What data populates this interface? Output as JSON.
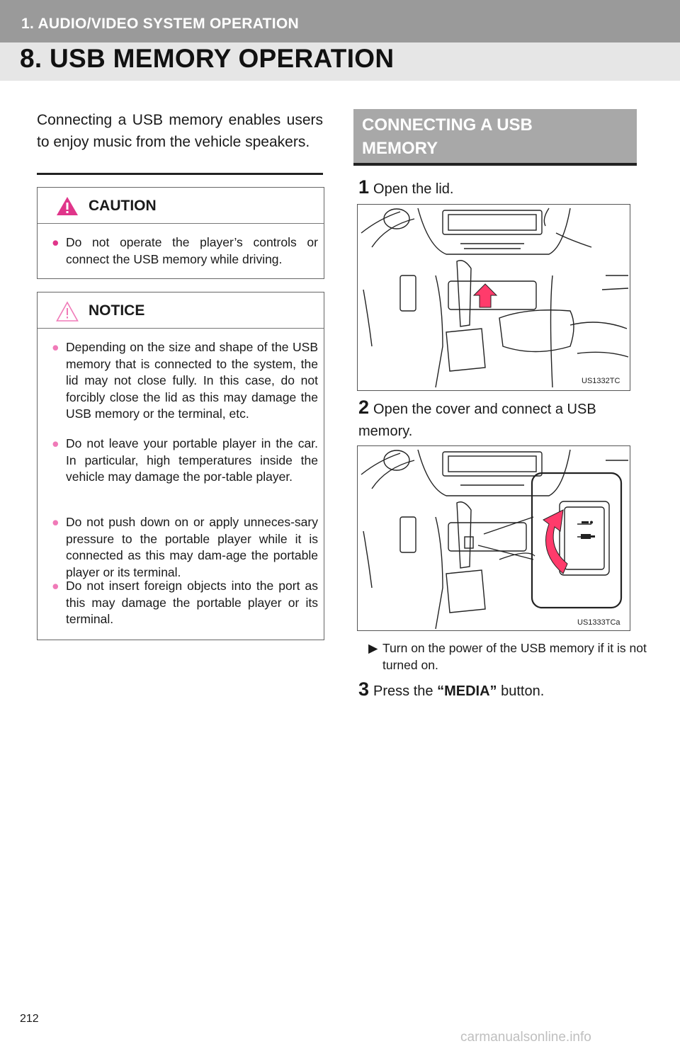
{
  "header": {
    "chapter": "1. AUDIO/VIDEO SYSTEM OPERATION",
    "title": "8. USB MEMORY OPERATION"
  },
  "intro": "Connecting a USB memory enables users to enjoy music from the vehicle speakers.",
  "caution": {
    "label": "CAUTION",
    "items": [
      "Do not operate the player’s controls or connect the USB memory while driving."
    ]
  },
  "notice": {
    "label": "NOTICE",
    "items": [
      "Depending on the size and shape of the USB memory that is connected to the system, the lid may not close fully. In this case, do not forcibly close the lid as this may damage the USB memory or the terminal, etc.",
      "Do not leave your portable player in the car. In particular, high temperatures inside the vehicle may damage the por-table player.",
      "Do not push down on or apply unneces-sary pressure to the portable player while it is connected as this may dam-age the portable player or its terminal.",
      "Do not insert foreign objects into the port as this may damage the portable player or its terminal."
    ]
  },
  "section": {
    "title": "CONNECTING A USB MEMORY",
    "steps": [
      {
        "num": "1",
        "text": "Open the lid."
      },
      {
        "num": "2",
        "text": "Open the cover and connect a USB memory."
      },
      {
        "num": "3",
        "text_before": "Press the ",
        "text_bold": "“MEDIA”",
        "text_after": " button."
      }
    ],
    "figures": [
      {
        "code": "US1332TC"
      },
      {
        "code": "US1333TCa"
      }
    ],
    "note": "Turn on the power of the USB memory if it is not turned on."
  },
  "page_number": "212",
  "watermark": "carmanualsonline.info",
  "colors": {
    "chapter_bar": "#9a9a9a",
    "title_bar": "#e6e6e6",
    "section_bar": "#a8a8a8",
    "caution_bullet": "#e0358a",
    "notice_bullet": "#f07ab8",
    "arrow": "#ff3b6b"
  }
}
